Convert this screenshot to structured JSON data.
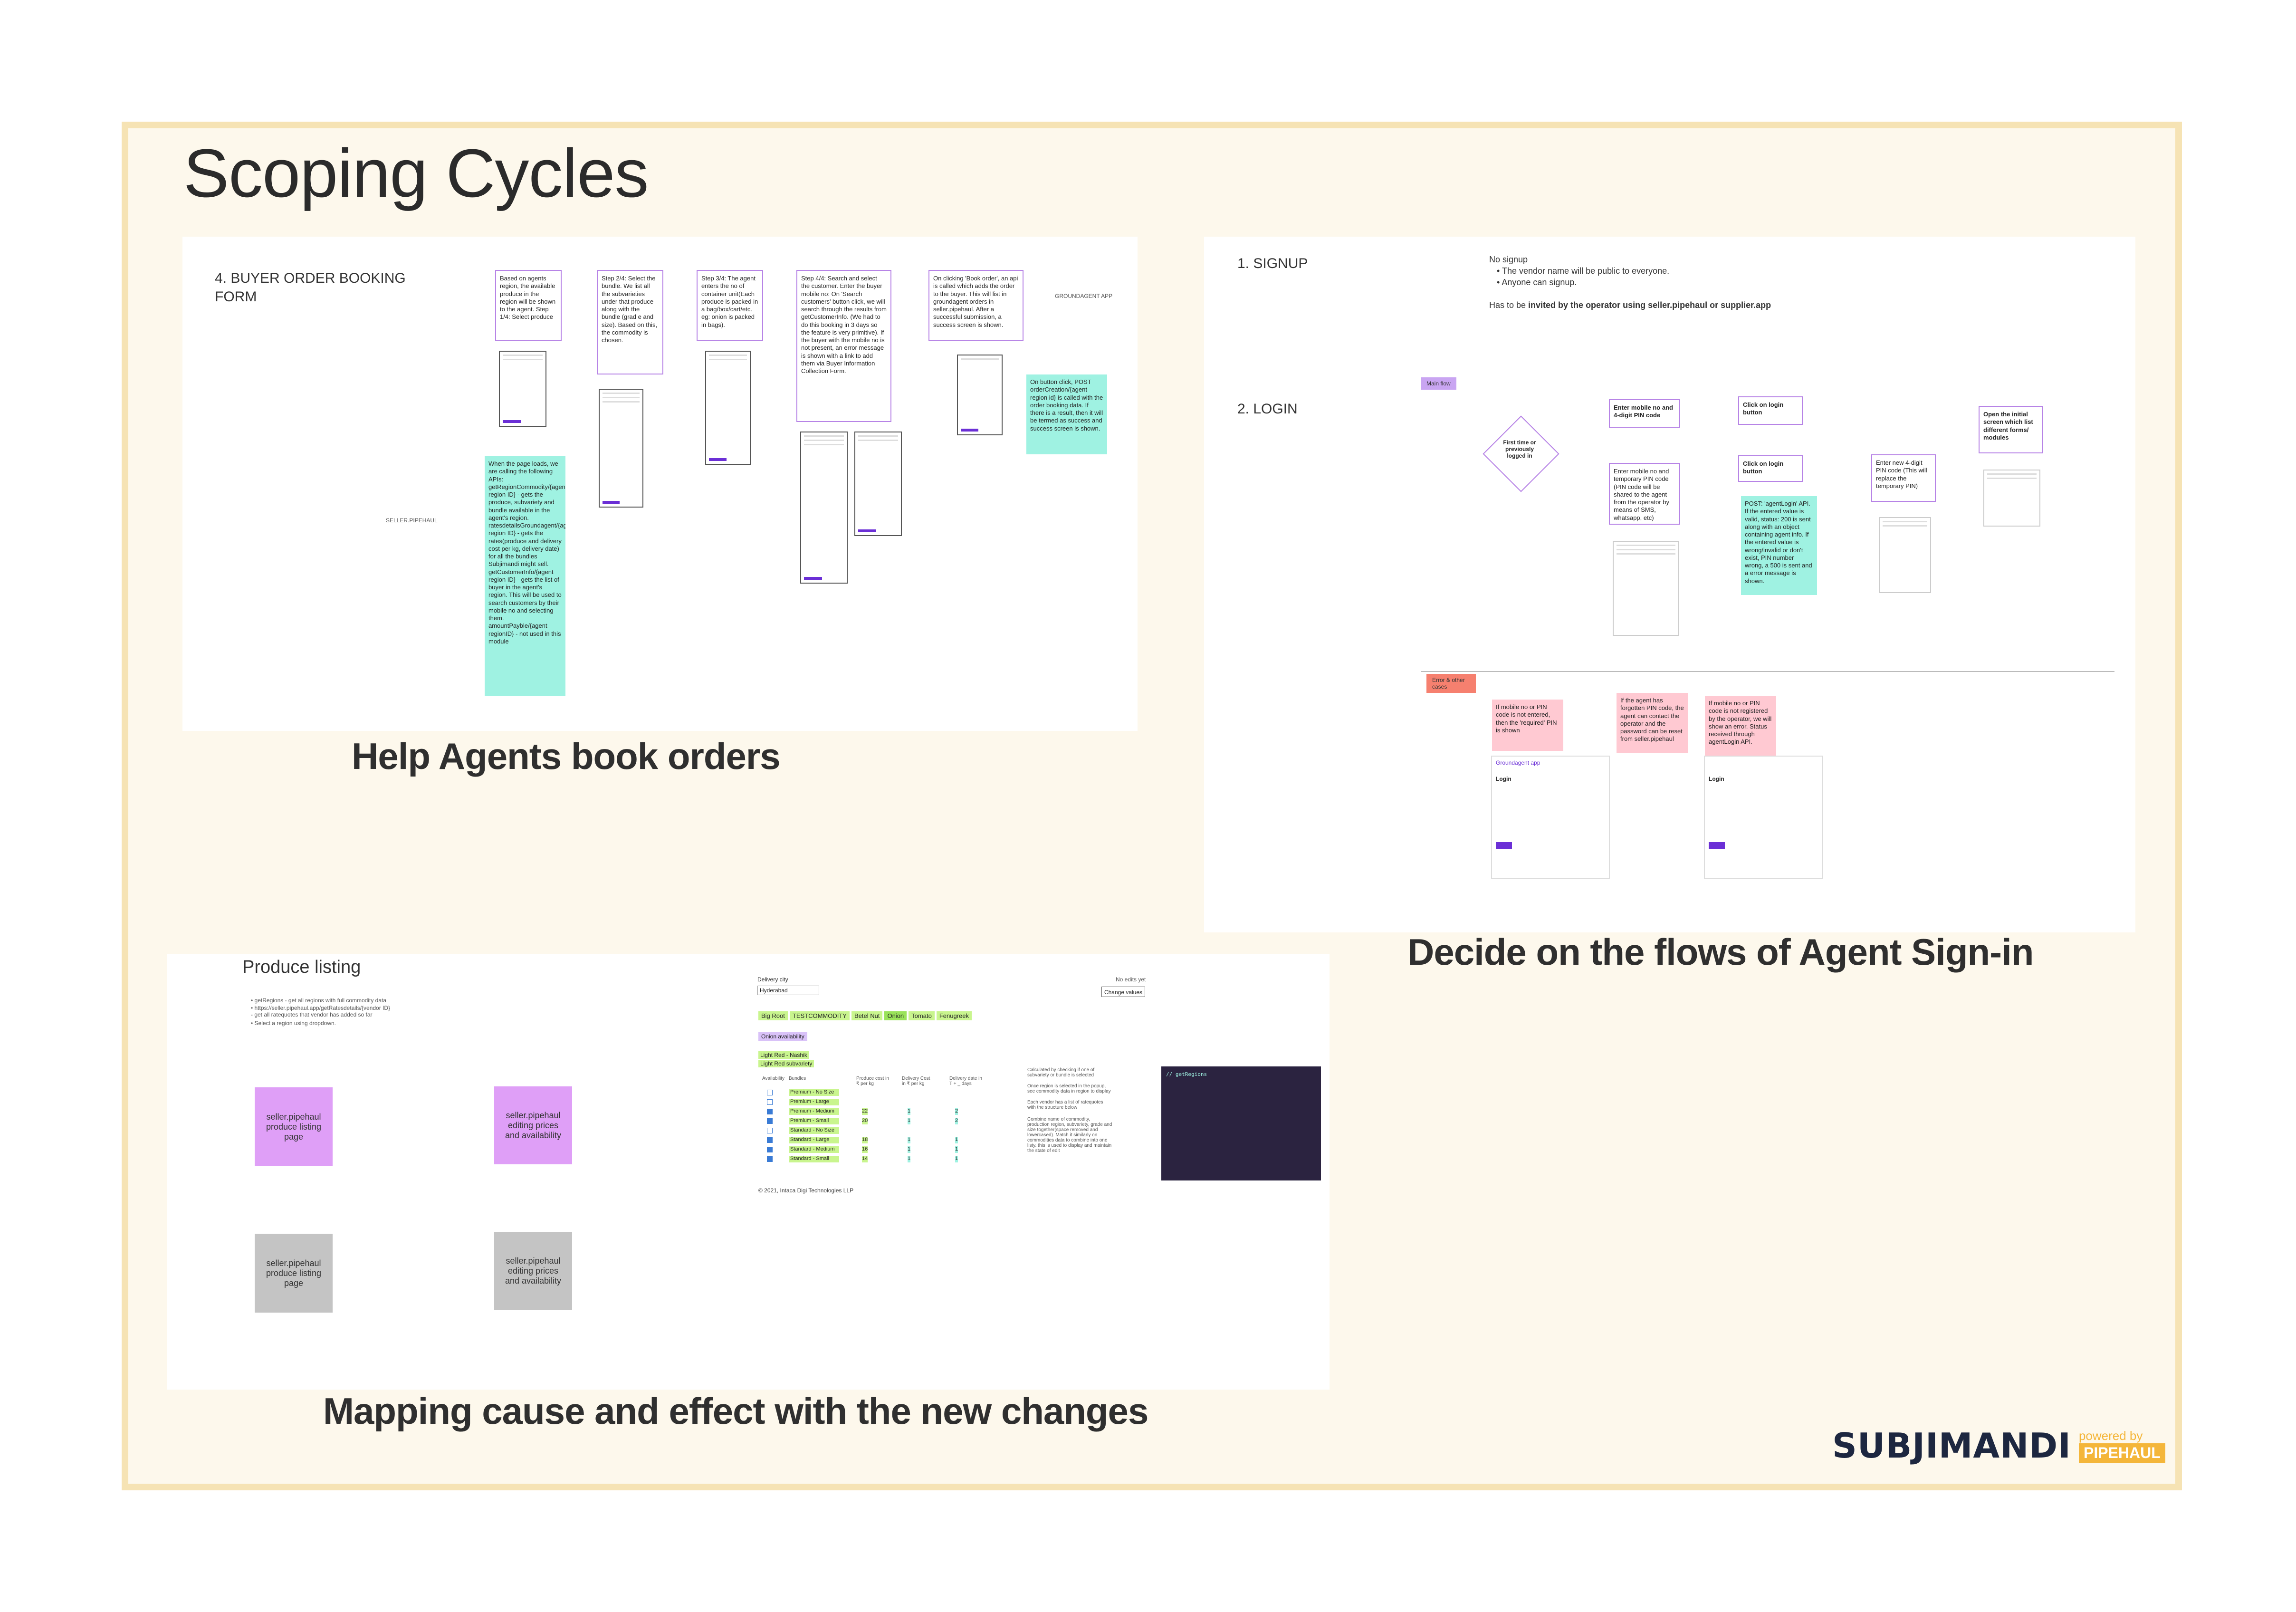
{
  "title": "Scoping Cycles",
  "boards": {
    "booking": {
      "caption": "Help Agents book orders",
      "form_title": "4. BUYER ORDER BOOKING FORM",
      "steps": [
        "Based on agents region, the available produce in the region will be shown to the agent. Step 1/4: Select produce",
        "Step 2/4: Select the bundle. We list all the subvarieties under that produce along with the bundle (grad e and size). Based on this, the commodity is chosen.",
        "Step 3/4: The agent enters the no of container unit(Each produce is packed in a bag/box/cart/etc. eg: onion is packed in bags).",
        "Step 4/4: Search and select the customer. Enter the buyer mobile no: On 'Search customers' button click, we will search through the results from getCustomerInfo. (We had to do this booking in 3 days so the feature is very primitive). If the buyer with the mobile no is not present, an error message is shown with a link to add them via Buyer Information Collection Form.",
        "On clicking 'Book order', an api is called which adds the order to the buyer. This will list in groundagent orders in seller.pipehaul. After a successful submission, a success screen is shown."
      ],
      "groundagent_label": "GROUNDAGENT APP",
      "api_note": "When the page loads, we are calling the following APIs: getRegionCommodity/{agent region ID} - gets the produce, subvariety and bundle available in the agent's region. ratesdetailsGroundagent/{agent region ID} - gets the rates(produce and delivery cost per kg, delivery date) for all the bundles Subjimandi might sell. getCustomerInfo/{agent region ID} - gets the list of buyer in the agent's region. This will be used to search customers by their mobile no and selecting them. amountPayble/{agent regionID} - not used in this module",
      "seller_label": "SELLER.PIPEHAUL",
      "post_note": "On button click, POST orderCreation/{agent region id} is called with the order booking data. If there is a result, then it will be termed as success and success screen is shown."
    },
    "signin": {
      "caption": "Decide on the flows of Agent Sign-in",
      "signup_label": "1. SIGNUP",
      "no_signup": "No signup",
      "signup_bullets": [
        "The vendor name will be public to everyone.",
        "Anyone can signup."
      ],
      "invite_prefix": "Has to be ",
      "invite_bold": "invited by the operator using seller.pipehaul or supplier.app",
      "login_label": "2. LOGIN",
      "main_flow": "Main flow",
      "error_cases": "Error & other cases",
      "decision": "First time or previously logged in",
      "enter_pin": "Enter mobile no and 4-digit PIN code",
      "enter_temp": "Enter mobile no and temporary PIN code (PIN code will be shared to the agent from the operator by means of SMS, whatsapp, etc)",
      "click_login": "Click on login button",
      "click_login2": "Click on login button",
      "new_pin": "Enter new 4-digit PIN code (This will replace the temporary PIN)",
      "open_screen": "Open the initial screen which list different forms/ modules",
      "post_api": "POST: 'agentLogin' API. If the entered value is valid, status: 200 is sent along with an object containing agent info. If the entered value is wrong/invalid or don't exist, PIN number wrong, a 500 is sent and a error message is shown.",
      "err1": "If mobile no or PIN code is not entered, then the 'required' PIN is shown",
      "err2": "If the agent has forgotten PIN code, the agent can contact the operator and the password can be reset from seller.pipehaul",
      "err3": "If mobile no or PIN code is not registered by the operator, we will show an error. Status received through agentLogin API.",
      "login_title": "Login",
      "app_name": "Groundagent app"
    },
    "listing": {
      "caption": "Mapping cause and effect with the new changes",
      "title": "Produce listing",
      "bullets": [
        "getRegions - get all regions with full commodity data",
        "https://seller.pipehaul.app/getRatesdetails/{vendor ID} - get all ratequotes that vendor has added so far",
        "Select a region using dropdown."
      ],
      "box1": "seller.pipehaul produce listing page",
      "box2": "seller.pipehaul editing prices and availability",
      "box3": "seller.pipehaul produce listing page",
      "box4": "seller.pipehaul editing prices and availability",
      "delivery_city": "Delivery city",
      "city": "Hyderabad",
      "no_edits": "No edits yet",
      "change_values": "Change values",
      "chips": [
        "Big Root",
        "TESTCOMMODITY",
        "Betel Nut",
        "Onion",
        "Tomato",
        "Fenugreek"
      ],
      "onion_avail": "Onion availability",
      "light_red_nashik": "Light Red - Nashik",
      "light_red_subvariety": "Light Red subvariety",
      "table_headers": [
        "Availability",
        "Bundles",
        "Produce cost in ₹ per kg",
        "Delivery Cost in ₹ per kg",
        "Delivery date in T + _ days"
      ],
      "rows": [
        [
          "Premium - No Size",
          "",
          "",
          ""
        ],
        [
          "Premium - Large",
          "",
          "",
          ""
        ],
        [
          "Premium - Medium",
          "22",
          "1",
          "2"
        ],
        [
          "Premium - Small",
          "20",
          "1",
          "2"
        ],
        [
          "Standard - No Size",
          "",
          "",
          ""
        ],
        [
          "Standard - Large",
          "18",
          "1",
          "1"
        ],
        [
          "Standard - Medium",
          "16",
          "1",
          "1"
        ],
        [
          "Standard - Small",
          "14",
          "1",
          "1"
        ]
      ],
      "copyright": "© 2021, Intaca Digi Technologies LLP",
      "legend": [
        "Calculated by checking if one of subvariety or bundle is selected",
        "Once region is selected in the popup, see commodity data in region to display",
        "Each vendor has a list of ratequotes with the structure below",
        "Combine name of commodity, production region, subvariety, grade and size together(space removed and lowercased). Match it similarly on commodities data to combine into one listy. this is used to display and maintain the state of edit"
      ],
      "code_title": "// getRegions"
    }
  },
  "logo": {
    "main": "SUBJIMANDI",
    "powered": "powered by",
    "brand": "PIPEHAUL"
  }
}
